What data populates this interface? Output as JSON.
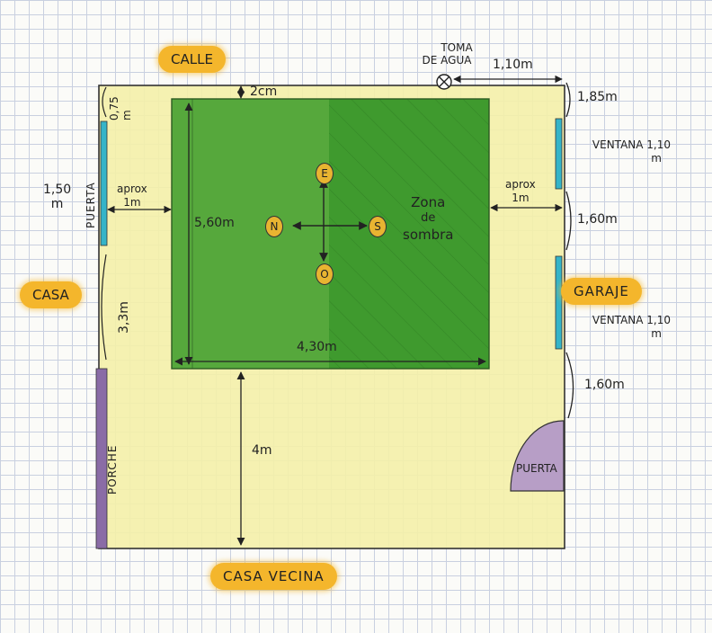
{
  "labels": {
    "calle": "CALLE",
    "casa": "CASA",
    "casa_vecina": "CASA VECINA",
    "garaje": "GARAJE",
    "toma_line1": "TOMA",
    "toma_line2": "DE AGUA",
    "porche": "PORCHE",
    "puerta_left": "PUERTA",
    "puerta_right": "PUERTA",
    "ventana_1_line1": "VENTANA 1,10",
    "ventana_1_line2": "m",
    "ventana_2_line1": "VENTANA 1,10",
    "ventana_2_line2": "m",
    "zona_line1": "Zona",
    "zona_line2": "de",
    "zona_line3": "sombra"
  },
  "measures": {
    "toma_offset": "1,10m",
    "top_gap": "2cm",
    "left_top": "0,75 m",
    "left_door": "1,50",
    "left_door_unit": "m",
    "left_lower": "3,3m",
    "aprox_left_1": "aprox",
    "aprox_left_2": "1m",
    "aprox_right_1": "aprox",
    "aprox_right_2": "1m",
    "lawn_height": "5,60m",
    "lawn_width": "4,30m",
    "bottom_gap": "4m",
    "right_1": "1,85m",
    "right_2": "1,60m",
    "right_3": "1,60m"
  },
  "compass": {
    "e": "E",
    "n": "N",
    "s": "S",
    "o": "O"
  },
  "colors": {
    "lawn": "#56a83c",
    "shade": "#3f9a2e",
    "yard": "#f4f0a8",
    "window": "#35b4c8",
    "porch": "#8a6ca6",
    "door_arc": "#b79ec6",
    "tag": "#f4b62c"
  }
}
